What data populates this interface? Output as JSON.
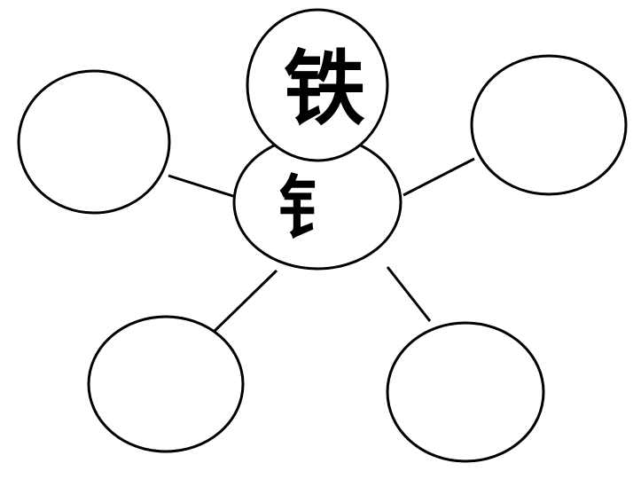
{
  "diagram": {
    "top_character": "铁",
    "center_character": "钅",
    "stroke_color": "#000000",
    "background_color": "#ffffff",
    "outer_circle_count": 4,
    "outer_circle_contents": [
      "",
      "",
      "",
      ""
    ]
  }
}
